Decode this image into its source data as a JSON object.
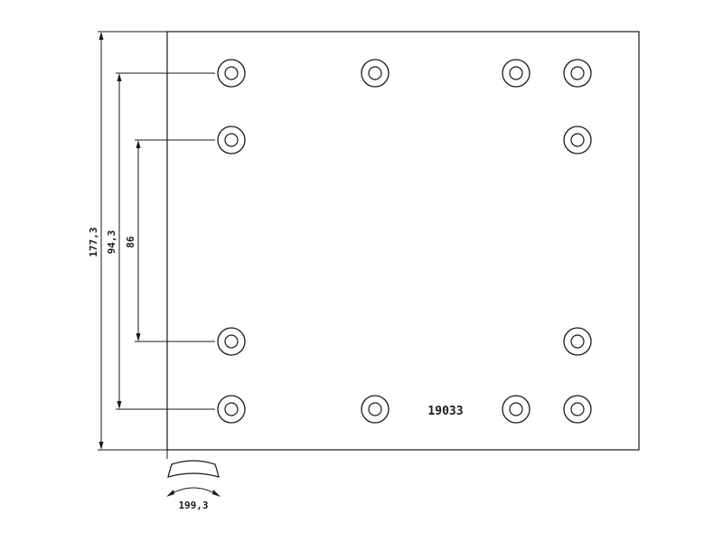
{
  "drawing": {
    "part_number": "19033",
    "dimensions": {
      "overall_height": "177,3",
      "outer_hole_spacing": "94,3",
      "inner_hole_spacing": "86",
      "arc_width": "199,3"
    }
  }
}
